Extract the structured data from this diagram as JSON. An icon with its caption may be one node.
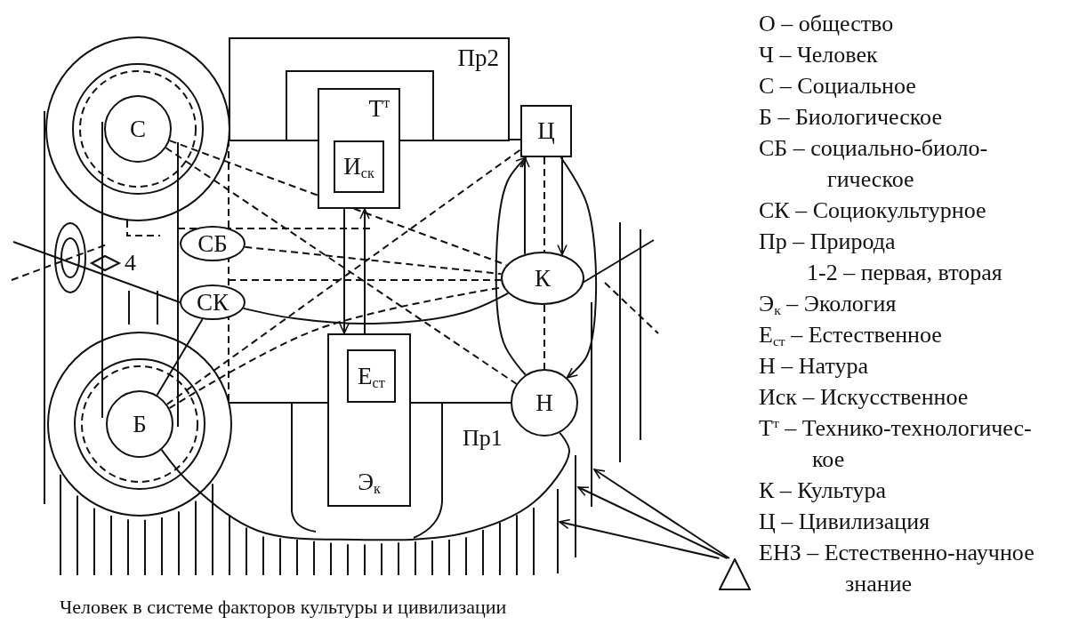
{
  "diagram": {
    "caption": "Человек в системе факторов культуры и цивилизации",
    "nodes": [
      {
        "text": [
          "Пр2"
        ]
      },
      {
        "text": [
          "Т$^{т}$"
        ]
      },
      {
        "text": [
          "И$_{ск}$"
        ],
        "in": 1
      },
      {
        "text": [
          "Ц"
        ]
      },
      {
        "text": [
          "С"
        ]
      },
      {
        "text": [
          "СБ"
        ]
      },
      {
        "text": [
          "СК"
        ]
      },
      {
        "text": [
          "К"
        ]
      },
      {
        "text": [],
        "shape": "ellipse"
      },
      {
        "text": [
          "Б"
        ]
      },
      {
        "text": [
          "Э$_{к}$"
        ]
      },
      {
        "text": [
          "Е$_{ст}$"
        ],
        "in": 10
      },
      {
        "text": [
          "Н"
        ]
      },
      {
        "text": [],
        "shape": "triangle"
      }
    ],
    "edges": [
      {
        "from": 1,
        "to": 10,
        "arrow": "to"
      },
      {
        "from": 10,
        "to": 1,
        "arrow": "to"
      },
      {
        "from": 3,
        "to": 12,
        "arrow": "to"
      },
      {
        "from": 12,
        "to": 3,
        "arrow": "to"
      },
      {
        "from": 7,
        "to": 3,
        "arrow": "to"
      },
      {
        "from": 3,
        "to": 7,
        "arrow": "to"
      },
      {
        "from": 3,
        "to": 7,
        "arrow": "none",
        "style": "dashed"
      },
      {
        "from": 7,
        "to": 12,
        "arrow": "none",
        "style": "dashed"
      },
      {
        "from": 4,
        "to": 7,
        "arrow": "none",
        "style": "dashed"
      },
      {
        "from": 4,
        "to": 12,
        "arrow": "none",
        "style": "dashed"
      },
      {
        "from": 5,
        "to": 7,
        "arrow": "none",
        "style": "dashed"
      },
      {
        "from": 6,
        "to": 7,
        "arrow": "none"
      },
      {
        "from": 6,
        "to": 9,
        "arrow": "none"
      },
      {
        "from": 9,
        "to": 3,
        "arrow": "none",
        "style": "dashed"
      },
      {
        "from": 9,
        "to": 7,
        "arrow": "none",
        "style": "dashed"
      },
      {
        "from": 9,
        "to": 12,
        "arrow": "none"
      },
      {
        "from": 13,
        "to": null,
        "arrow": "to"
      },
      {
        "from": 13,
        "to": null,
        "arrow": "to"
      },
      {
        "from": 13,
        "to": null,
        "arrow": "to"
      }
    ],
    "labels": [
      "4",
      "Пр1"
    ],
    "legend": [
      {
        "text": "О – общество"
      },
      {
        "text": "Ч – Человек"
      },
      {
        "text": "С – Социальное"
      },
      {
        "text": "Б – Биологическое"
      },
      {
        "text": "СБ – социально-биоло- гическое"
      },
      {
        "text": "СК – Социокультурное"
      },
      {
        "text": "Пр – Природа"
      },
      {
        "text": "1-2 – первая, вторая"
      },
      {
        "text": "Э$_{к}$ – Экология"
      },
      {
        "text": "Е$_{ст}$ – Естественное"
      },
      {
        "text": "Н – Натура"
      },
      {
        "text": "Иск – Искусственное"
      },
      {
        "text": "Т$^{т}$ – Технико-технологичес- кое"
      },
      {
        "text": "К – Культура"
      },
      {
        "text": "Ц – Цивилизация"
      },
      {
        "text": "ЕНЗ – Естественно-научное знание"
      }
    ]
  }
}
